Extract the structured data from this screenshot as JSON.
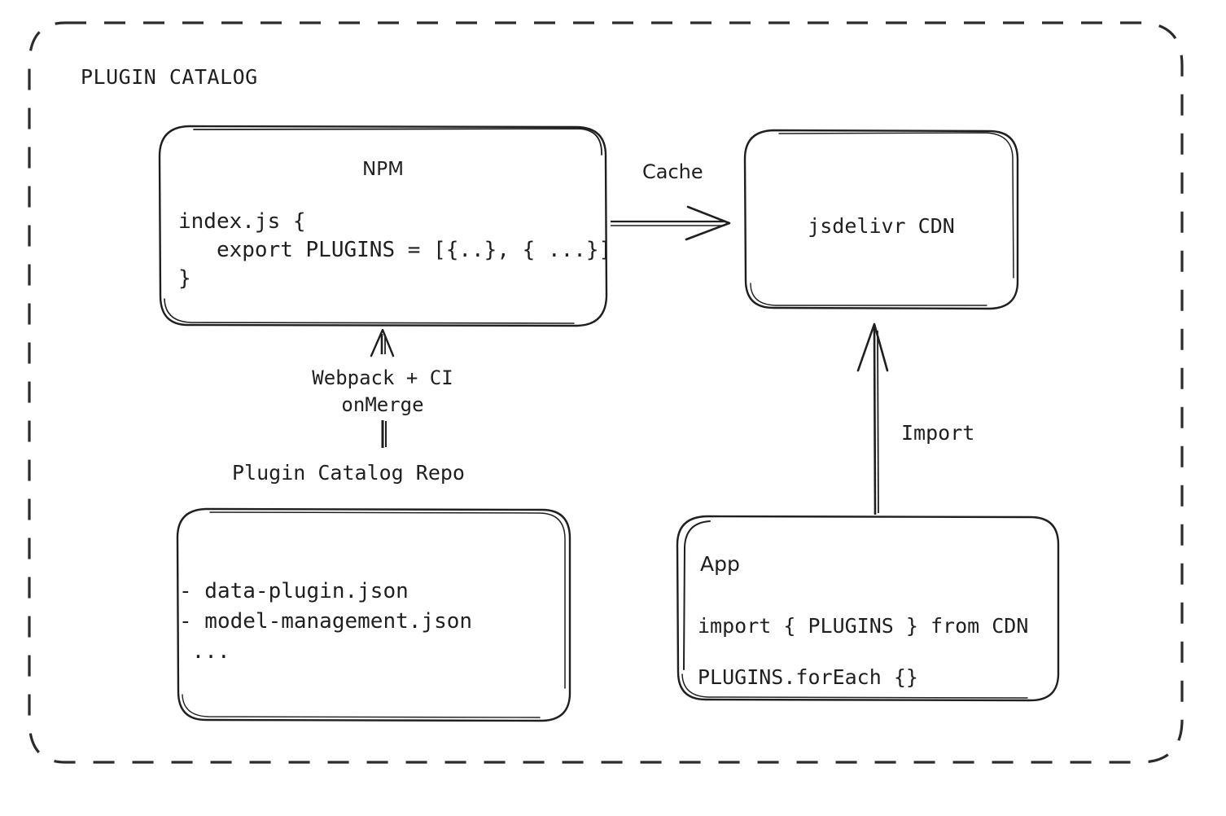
{
  "frame": {
    "title": "PLUGIN CATALOG",
    "style": "dashed-rounded-rect",
    "stroke": "#2b2b2b"
  },
  "colors": {
    "stroke": "#1f1f1f",
    "text": "#1f1f1f",
    "background": "#ffffff"
  },
  "nodes": {
    "npm": {
      "title": "NPM",
      "code_lines": [
        "index.js {",
        "   export PLUGINS = [{..}, { ...}]",
        "}"
      ],
      "code_text": "index.js {\n   export PLUGINS = [{..}, { ...}]\n}"
    },
    "cdn": {
      "title": "jsdelivr CDN"
    },
    "repo": {
      "caption": "Plugin Catalog Repo",
      "items": [
        "- data-plugin.json",
        "- model-management.json",
        " ..."
      ],
      "items_text": "- data-plugin.json\n- model-management.json\n ..."
    },
    "app": {
      "title": "App",
      "code_lines": [
        "import { PLUGINS } from CDN",
        "PLUGINS.forEach {}"
      ],
      "code_text": "import { PLUGINS } from CDN\nPLUGINS.forEach {}"
    }
  },
  "edges": {
    "cache": {
      "label": "Cache",
      "from": "npm",
      "to": "cdn",
      "direction": "right"
    },
    "build": {
      "label": "Webpack + CI\nonMerge",
      "label_line1": "Webpack + CI",
      "label_line2": "onMerge",
      "from": "repo",
      "to": "npm",
      "direction": "up"
    },
    "import": {
      "label": "Import",
      "from": "app",
      "to": "cdn",
      "direction": "up"
    }
  }
}
